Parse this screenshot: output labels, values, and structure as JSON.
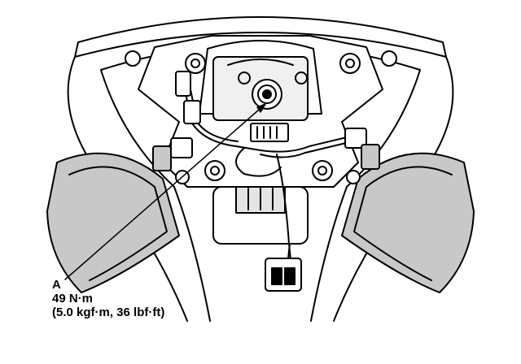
{
  "callout": {
    "letter": "A",
    "torque_metric": "49 N·m",
    "torque_alt": "(5.0 kgf·m, 36 lbf·ft)"
  },
  "colors": {
    "ink": "#000000",
    "paper": "#ffffff",
    "shade": "#c8c8c8"
  }
}
